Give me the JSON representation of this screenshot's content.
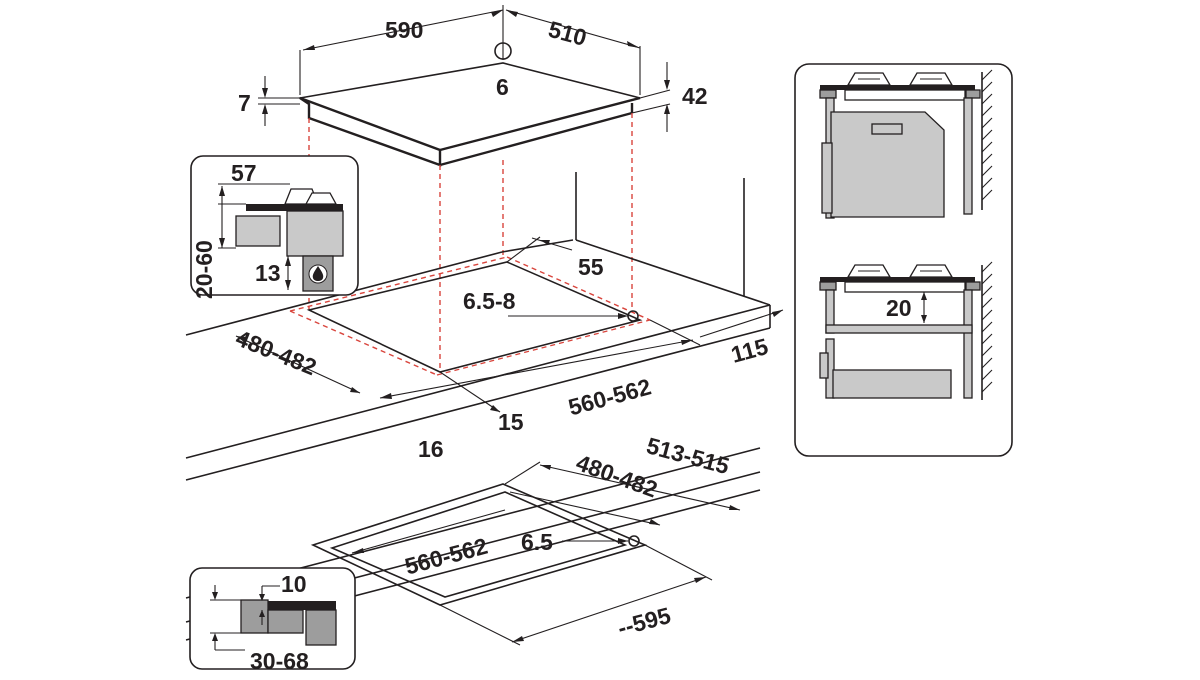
{
  "colors": {
    "ink": "#231f20",
    "guide": "#d9453d",
    "grey": "#9d9d9d",
    "light_grey": "#c9c9c9"
  },
  "hob": {
    "width": "590",
    "depth": "510",
    "gas_connection": "6",
    "front_thickness": "7",
    "rear_height": "42"
  },
  "cutout_top": {
    "side_margin": "55",
    "gas_offset": "6.5-8",
    "depth": "480-482",
    "width": "560-562",
    "front_margin": "15",
    "worktop_front": "16",
    "wall_clearance": "115"
  },
  "cutout_flush": {
    "outer_depth": "513-515",
    "inner_depth": "480-482",
    "inner_width": "560-562",
    "gas_offset": "6.5",
    "outer_width": "--595"
  },
  "detail_under_worktop": {
    "total_height": "57",
    "worktop_range": "20-60",
    "gap": "13",
    "icon": "drop-icon"
  },
  "detail_flush": {
    "recess": "10",
    "worktop_range": "30-68"
  },
  "installation_panel": {
    "oven_gap": "20",
    "icons": [
      "burner-icon",
      "oven-icon",
      "wall-icon"
    ]
  }
}
